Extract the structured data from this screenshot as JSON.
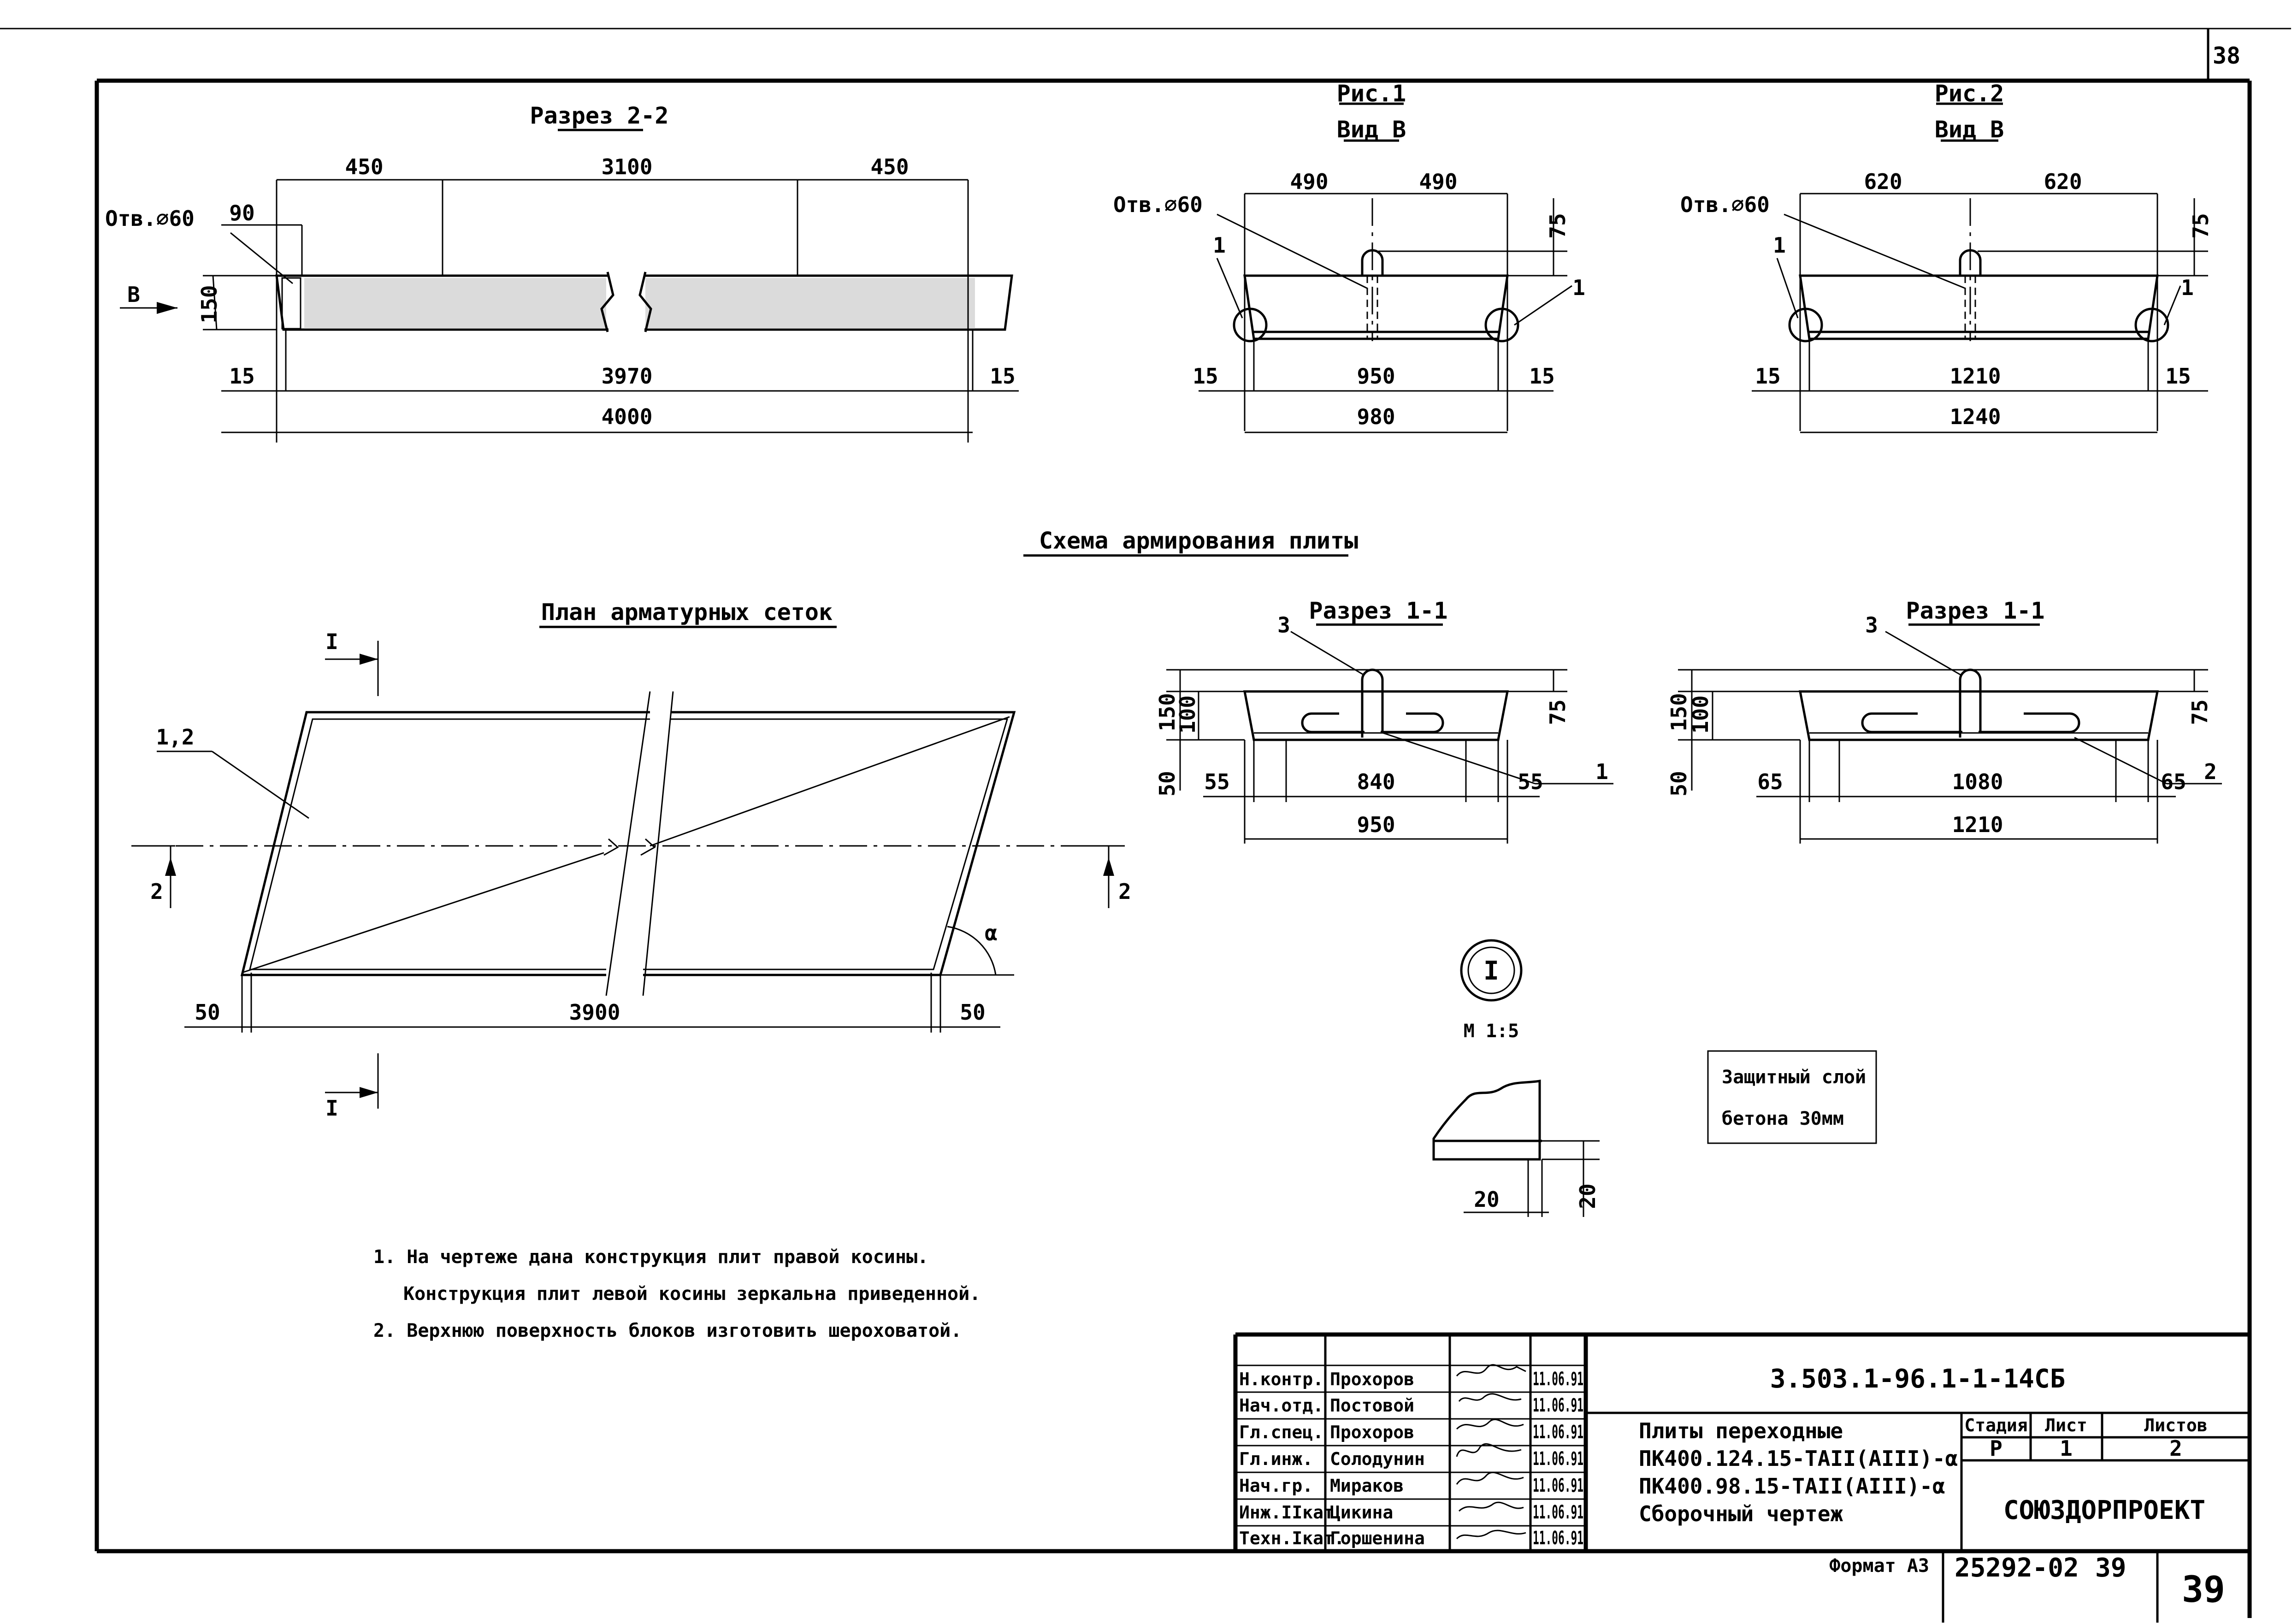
{
  "sheet": {
    "top_page_number": "38",
    "bottom_page_number": "39",
    "format": "Формат А3",
    "archive_number": "25292-02",
    "archive_sheet": "39"
  },
  "section_2_2": {
    "title": "Разрез 2-2",
    "hole_label": "Отв.⌀60",
    "view_arrow_label": "В",
    "dims": {
      "top_left": "450",
      "top_mid": "3100",
      "top_right": "450",
      "hole_offset": "90",
      "height": "150",
      "left_edge": "15",
      "mid_length": "3970",
      "right_edge": "15",
      "total": "4000"
    }
  },
  "fig1": {
    "title": "Рис.1",
    "subtitle": "Вид В",
    "hole_label": "Отв.⌀60",
    "marker_left": "1",
    "marker_right": "1",
    "dims": {
      "top_left": "490",
      "top_right": "490",
      "height": "75",
      "left": "15",
      "mid": "950",
      "right": "15",
      "total": "980"
    }
  },
  "fig2": {
    "title": "Рис.2",
    "subtitle": "Вид В",
    "hole_label": "Отв.⌀60",
    "marker_left": "1",
    "marker_right": "1",
    "dims": {
      "top_left": "620",
      "top_right": "620",
      "height": "75",
      "left": "15",
      "mid": "1210",
      "right": "15",
      "total": "1240"
    }
  },
  "scheme_title": "Схема армирования плиты",
  "plan": {
    "title": "План арматурных сеток",
    "marker": "1,2",
    "cut1_top": "I",
    "cut1_bottom": "I",
    "cut2_left": "2",
    "cut2_right": "2",
    "angle_label": "α",
    "dims": {
      "left": "50",
      "mid": "3900",
      "right": "50"
    }
  },
  "section_1_1a": {
    "title": "Разрез 1-1",
    "marker_top": "3",
    "marker_right": "1",
    "dims": {
      "h150": "150",
      "h100": "100",
      "h50": "50",
      "h75": "75",
      "left": "55",
      "mid": "840",
      "right": "55",
      "total": "950"
    }
  },
  "section_1_1b": {
    "title": "Разрез 1-1",
    "marker_top": "3",
    "marker_right": "2",
    "dims": {
      "h150": "150",
      "h100": "100",
      "h50": "50",
      "h75": "75",
      "left": "65",
      "mid": "1080",
      "right": "65",
      "total": "1210"
    }
  },
  "node": {
    "number": "I",
    "scale": "М 1:5",
    "dim_horizontal": "20",
    "dim_vertical": "20"
  },
  "cover_note": {
    "line1": "Защитный слой",
    "line2": "бетона 30мм"
  },
  "notes": [
    "1. На чертеже дана конструкция плит правой косины.",
    "Конструкция плит левой косины зеркальна приведенной.",
    "2. Верхнюю поверхность блоков изготовить шероховатой."
  ],
  "title_block": {
    "code": "3.503.1-96.1-1-14СБ",
    "name_lines": [
      "Плиты переходные",
      "ПК400.124.15-ТАII(AIII)-α",
      "ПК400.98.15-ТАII(AIII)-α",
      "Сборочный чертеж"
    ],
    "stage_header": "Стадия",
    "sheet_header": "Лист",
    "sheets_header": "Листов",
    "stage": "Р",
    "sheet": "1",
    "sheets": "2",
    "organization": "СОЮЗДОРПРОЕКТ",
    "signatures": [
      {
        "role": "Н.контр.",
        "name": "Прохоров",
        "date": "11.06.91"
      },
      {
        "role": "Нач.отд.",
        "name": "Постовой",
        "date": "11.06.91"
      },
      {
        "role": "Гл.спец.",
        "name": "Прохоров",
        "date": "11.06.91"
      },
      {
        "role": "Гл.инж.",
        "name": "Солодунин",
        "date": "11.06.91"
      },
      {
        "role": "Нач.гр.",
        "name": "Мираков",
        "date": "11.06.91"
      },
      {
        "role": "Инж.IIкат",
        "name": "Цикина",
        "date": "11.06.91"
      },
      {
        "role": "Техн.Iкат.",
        "name": "Горшенина",
        "date": "11.06.91"
      }
    ]
  }
}
